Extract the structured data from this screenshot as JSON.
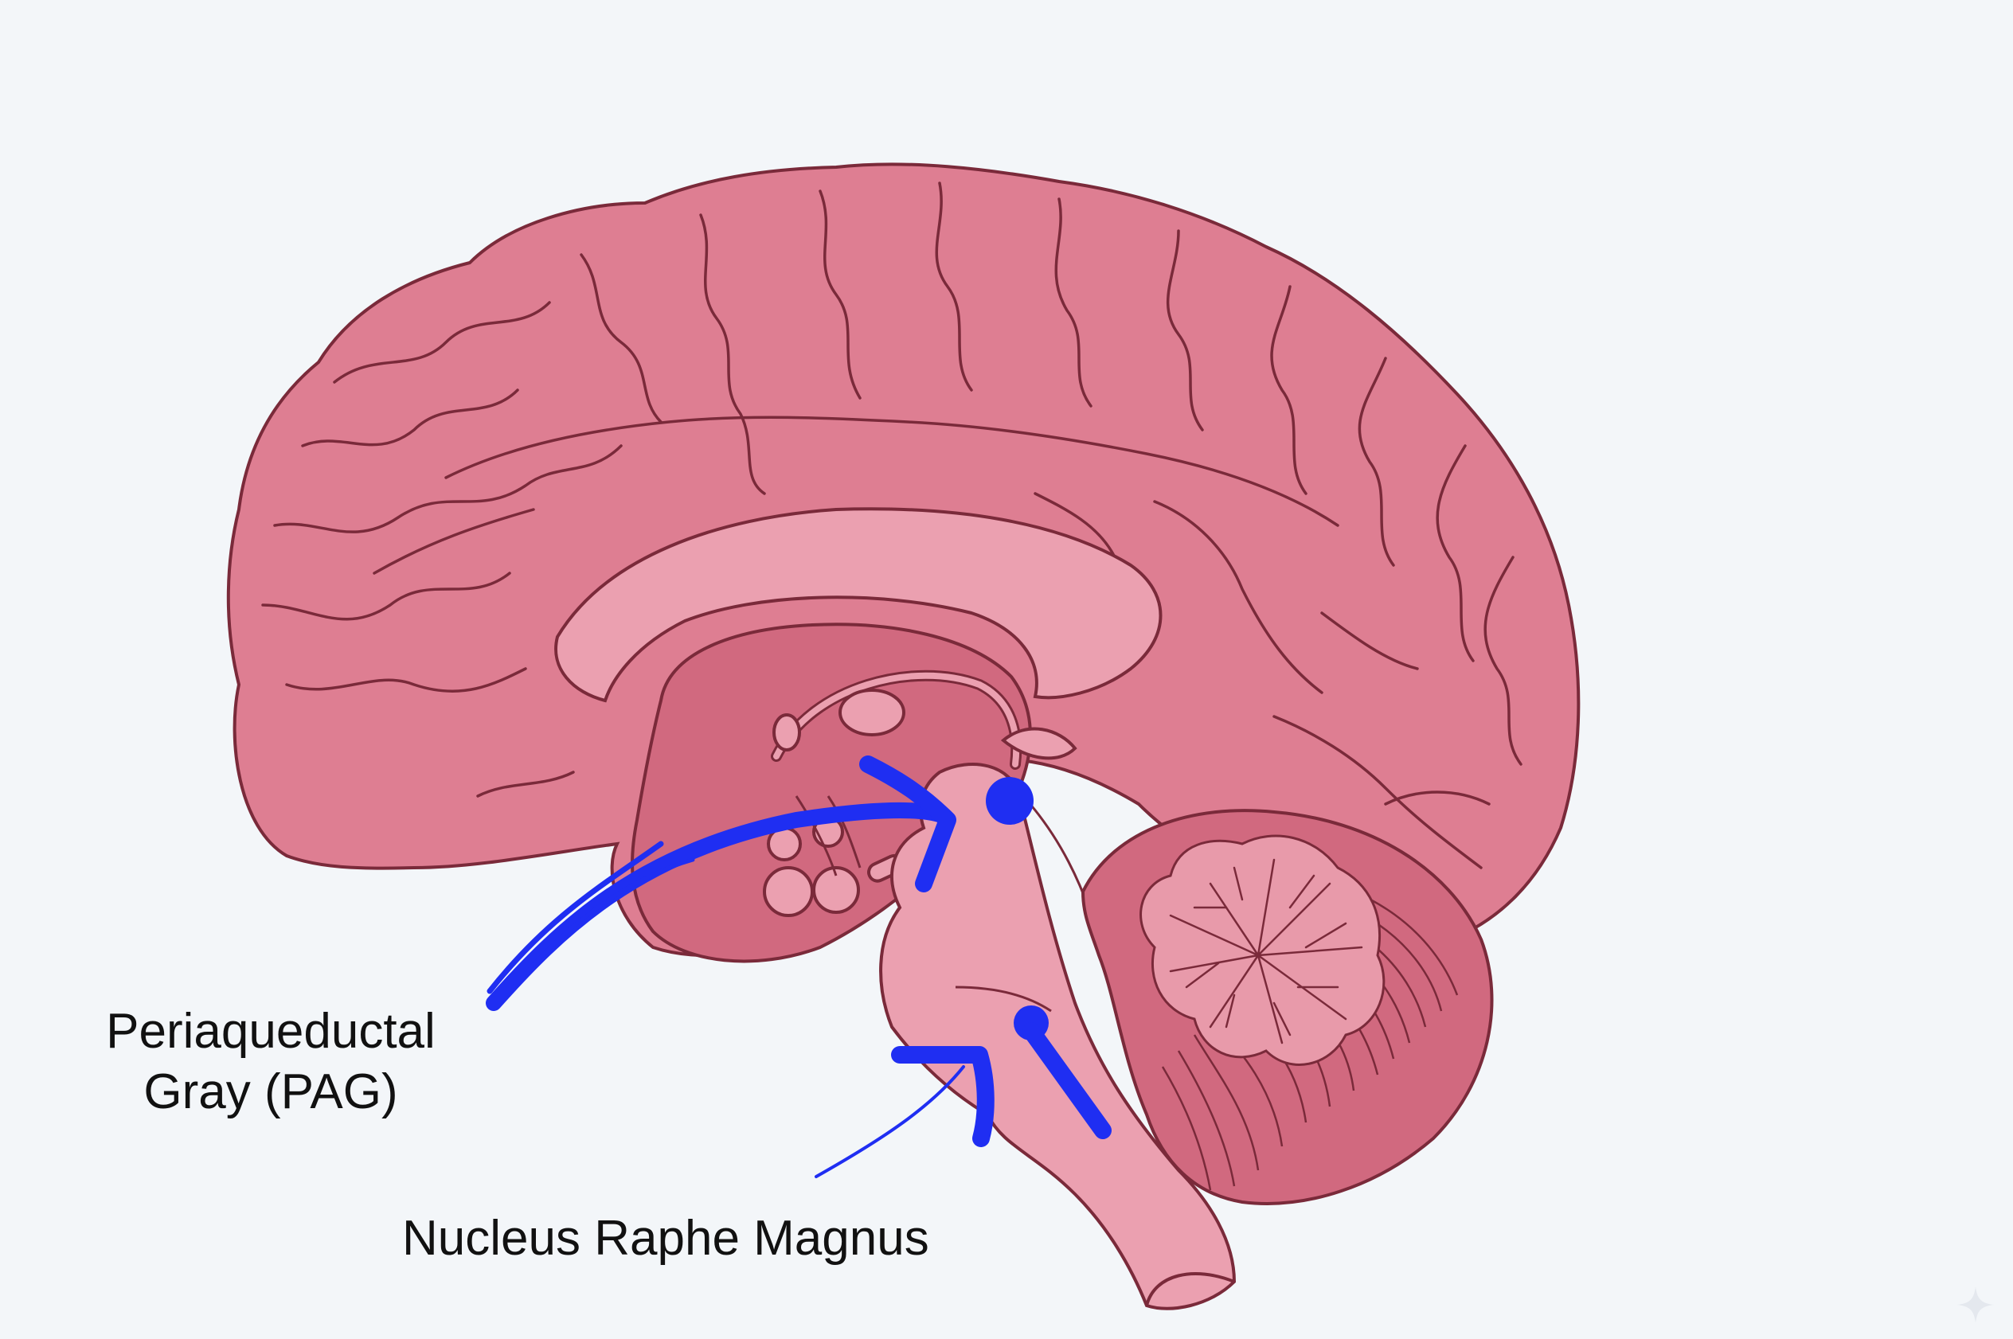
{
  "labels": {
    "pag_line1": "Periaqueductal",
    "pag_line2": "Gray (PAG)",
    "nrm": "Nucleus Raphe Magnus"
  },
  "colors": {
    "background": "#f3f6f9",
    "brain_fill": "#de7e92",
    "brain_light": "#eba0b0",
    "brain_mid": "#d1697f",
    "brain_dark": "#c05a70",
    "outline": "#7a2a3a",
    "marker_blue": "#1f2ef2",
    "label_text": "#111111"
  },
  "icons": {
    "watermark": "sparkle-icon"
  }
}
